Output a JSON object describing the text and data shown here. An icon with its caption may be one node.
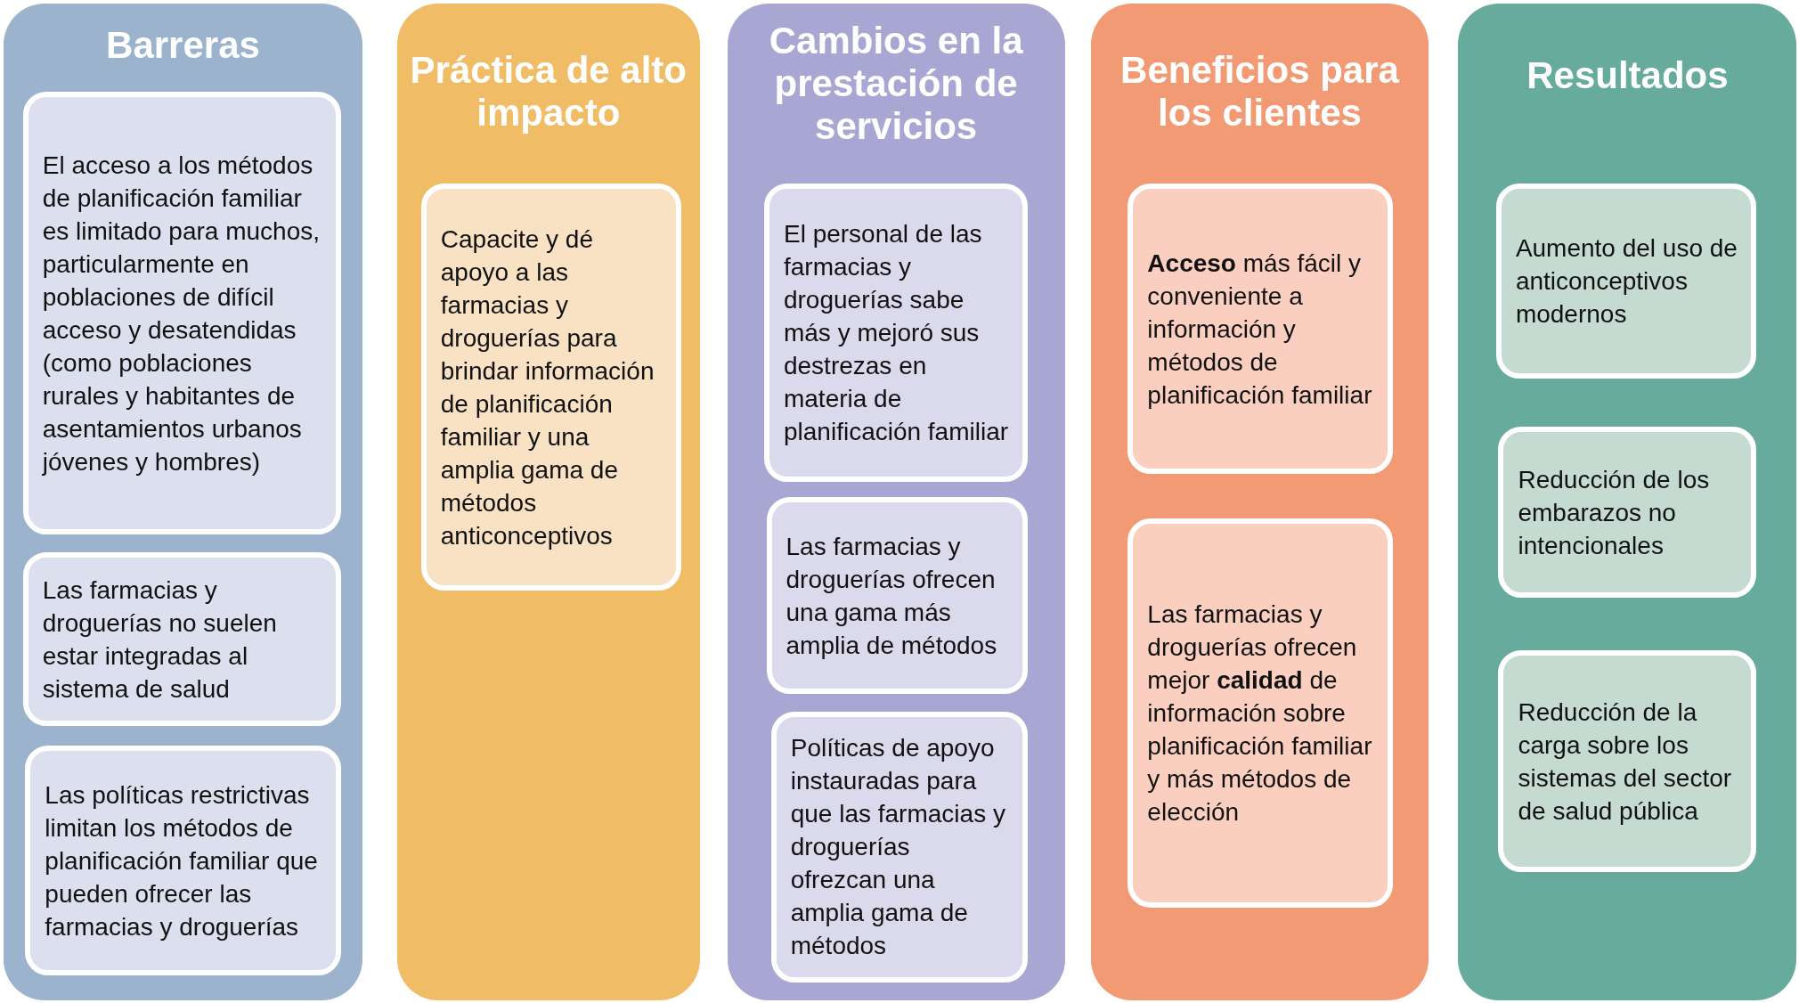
{
  "diagram": {
    "nodes": [
      {
        "text": [
          "Barreras"
        ]
      },
      {
        "text": [
          "El acceso a los métodos de planificación familiar es limitado para muchos, particularmente en poblaciones de difícil acceso y desatendidas (como poblaciones rurales y habitantes de asentamientos urbanos jóvenes y hombres)"
        ],
        "in": 0
      },
      {
        "text": [
          "Las farmacias y droguerías no suelen estar integradas al sistema de salud"
        ],
        "in": 0
      },
      {
        "text": [
          "Las políticas restrictivas limitan los métodos de planificación familiar que pueden ofrecer las farmacias y droguerías"
        ],
        "in": 0
      },
      {
        "text": [
          "Práctica de alto impacto"
        ]
      },
      {
        "text": [
          "Capacite y dé apoyo a las farmacias y droguerías para brindar información de planificación familiar y una amplia gama de métodos anticonceptivos"
        ],
        "in": 4
      },
      {
        "text": [
          "Cambios en la prestación de servicios"
        ]
      },
      {
        "text": [
          "El personal de las farmacias y droguerías sabe más y mejoró sus destrezas en materia de planificación familiar"
        ],
        "in": 6
      },
      {
        "text": [
          "Las farmacias y droguerías ofrecen una gama más amplia de métodos"
        ],
        "in": 6
      },
      {
        "text": [
          "Políticas de apoyo instauradas para que las farmacias y droguerías ofrezcan una amplia gama de métodos"
        ],
        "in": 6
      },
      {
        "text": [
          "Beneficios para los clientes"
        ]
      },
      {
        "text": [
          "**Acceso** más fácil y conveniente a información y métodos de planificación familiar"
        ],
        "in": 10
      },
      {
        "text": [
          "Las farmacias y droguerías ofrecen mejor **calidad** de información sobre planificación familiar y más métodos de elección"
        ],
        "in": 10
      },
      {
        "text": [
          "Resultados"
        ]
      },
      {
        "text": [
          "Aumento del uso de anticonceptivos modernos"
        ],
        "in": 13
      },
      {
        "text": [
          "Reducción de los embarazos no intencionales"
        ],
        "in": 13
      },
      {
        "text": [
          "Reducción de la carga sobre los sistemas del sector de salud pública"
        ],
        "in": 13
      }
    ],
    "edges": []
  }
}
